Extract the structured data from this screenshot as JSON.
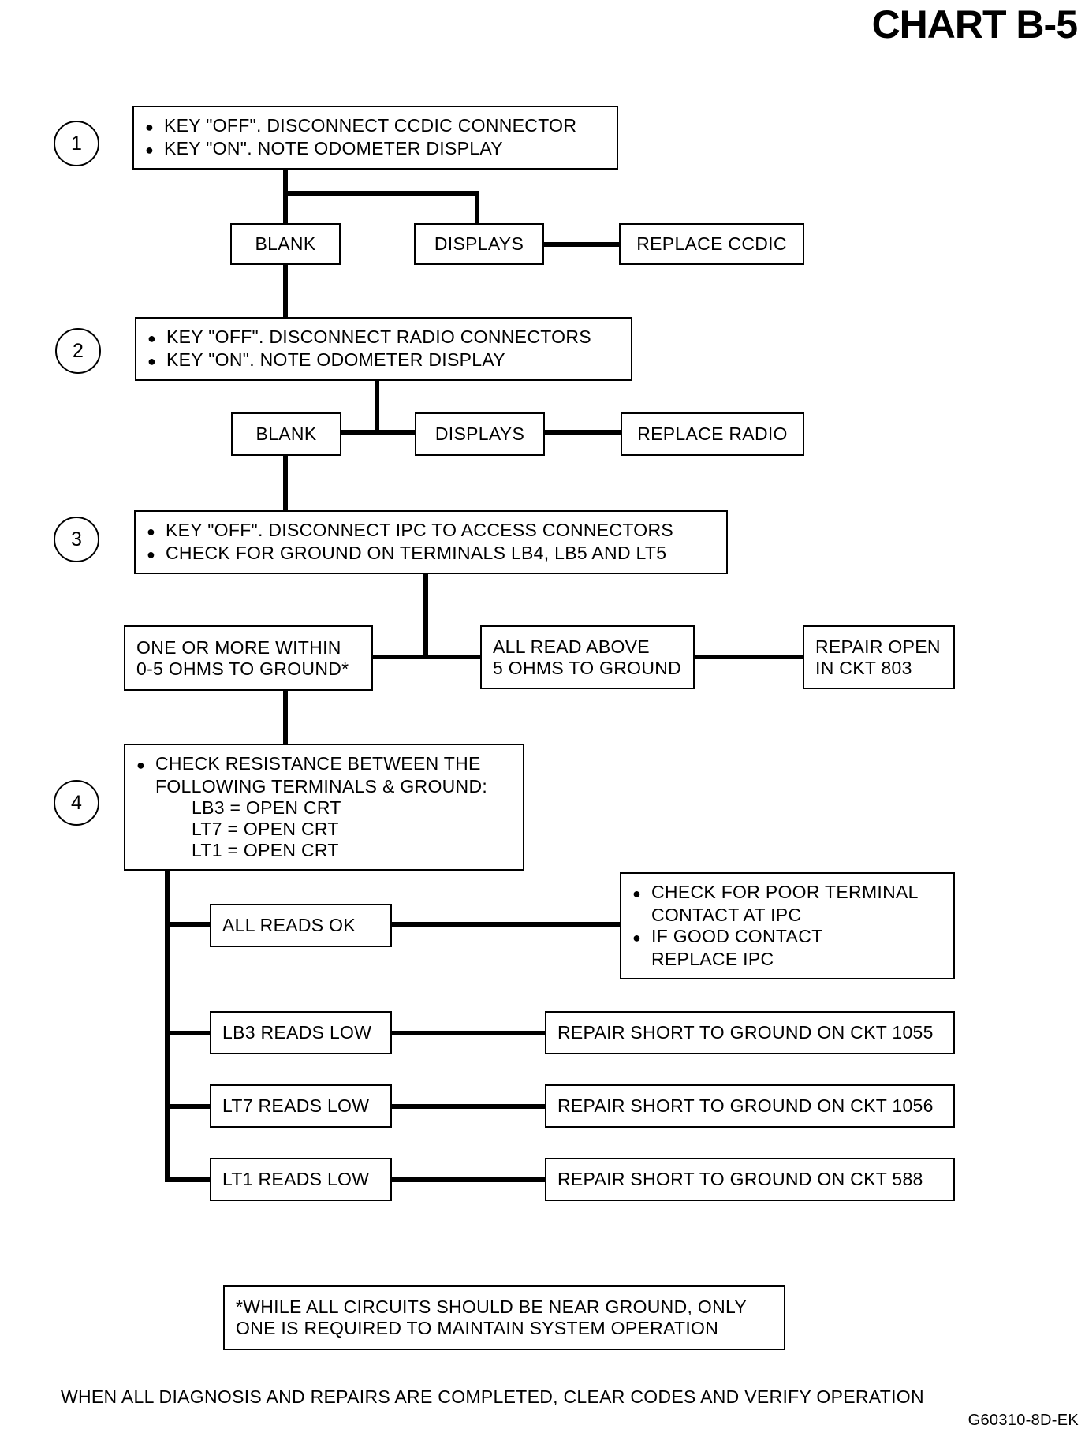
{
  "title": "CHART B-5",
  "steps": [
    "1",
    "2",
    "3",
    "4"
  ],
  "step1": {
    "lines": [
      "KEY \"OFF\". DISCONNECT CCDIC CONNECTOR",
      "KEY \"ON\". NOTE ODOMETER DISPLAY"
    ],
    "blank": "BLANK",
    "displays": "DISPLAYS",
    "action": "REPLACE CCDIC"
  },
  "step2": {
    "lines": [
      "KEY \"OFF\". DISCONNECT RADIO CONNECTORS",
      "KEY \"ON\". NOTE ODOMETER DISPLAY"
    ],
    "blank": "BLANK",
    "displays": "DISPLAYS",
    "action": "REPLACE RADIO"
  },
  "step3": {
    "lines": [
      "KEY \"OFF\". DISCONNECT IPC TO ACCESS CONNECTORS",
      "CHECK FOR GROUND ON TERMINALS LB4, LB5 AND LT5"
    ],
    "one_or_more": [
      "ONE OR MORE WITHIN",
      "0-5 OHMS TO GROUND*"
    ],
    "all_above": [
      "ALL READ ABOVE",
      "5 OHMS TO GROUND"
    ],
    "repair_open": [
      "REPAIR OPEN",
      "IN CKT 803"
    ]
  },
  "step4": {
    "check_line1": "CHECK RESISTANCE BETWEEN THE",
    "check_line2": "FOLLOWING TERMINALS & GROUND:",
    "terminals": [
      "LB3 = OPEN CRT",
      "LT7 = OPEN CRT",
      "LT1 = OPEN CRT"
    ],
    "all_ok": "ALL READS OK",
    "poor_contact": {
      "b1": "CHECK FOR POOR TERMINAL",
      "b1c": "CONTACT AT IPC",
      "b2": "IF GOOD CONTACT",
      "b2c": "REPLACE IPC"
    },
    "lb3_low": "LB3 READS LOW",
    "lb3_repair": "REPAIR SHORT TO GROUND ON CKT 1055",
    "lt7_low": "LT7 READS LOW",
    "lt7_repair": "REPAIR SHORT TO GROUND ON CKT 1056",
    "lt1_low": "LT1  READS LOW",
    "lt1_repair": "REPAIR SHORT TO GROUND ON CKT 588"
  },
  "note": [
    "*WHILE ALL CIRCUITS SHOULD BE NEAR GROUND, ONLY",
    "ONE IS REQUIRED TO MAINTAIN SYSTEM OPERATION"
  ],
  "footer": "WHEN ALL DIAGNOSIS AND REPAIRS ARE COMPLETED, CLEAR CODES AND VERIFY OPERATION",
  "figure_id": "G60310-8D-EK"
}
